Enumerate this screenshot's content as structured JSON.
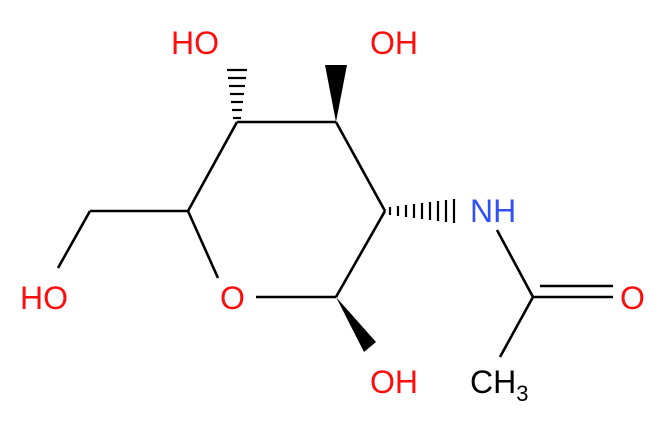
{
  "structure": {
    "atoms": {
      "ho_top_left": "HO",
      "oh_top_right": "OH",
      "ring_oxygen": "O",
      "nh": "NH",
      "carbonyl_o": "O",
      "ho_left": "HO",
      "oh_bottom": "OH",
      "ch3_c": "CH",
      "ch3_sub": "3"
    },
    "colors": {
      "oxygen": "#ff0d0d",
      "nitrogen": "#3050f8",
      "carbon": "#000000",
      "bond": "#000000"
    }
  }
}
